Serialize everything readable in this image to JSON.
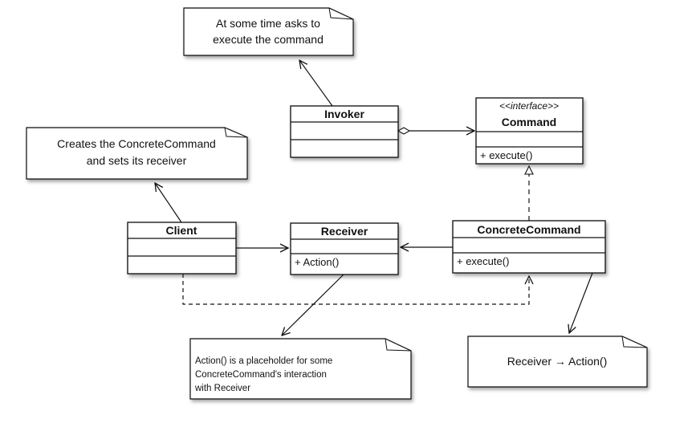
{
  "notes": {
    "invoker": {
      "lines": [
        "At some time asks to",
        "execute the command"
      ]
    },
    "client": {
      "lines": [
        "Creates the ConcreteCommand",
        "and sets its receiver"
      ]
    },
    "receiver": {
      "lines": [
        "Action() is a placeholder for some",
        "ConcreteCommand's interaction",
        "with Receiver"
      ]
    },
    "concrete": {
      "lines": [
        "Receiver → Action()"
      ]
    }
  },
  "classes": {
    "invoker": {
      "name": "Invoker"
    },
    "command": {
      "stereotype": "<<interface>>",
      "name": "Command",
      "method": "+ execute()"
    },
    "client": {
      "name": "Client"
    },
    "receiver": {
      "name": "Receiver",
      "method": "+ Action()"
    },
    "concrete": {
      "name": "ConcreteCommand",
      "method": "+ execute()"
    }
  }
}
